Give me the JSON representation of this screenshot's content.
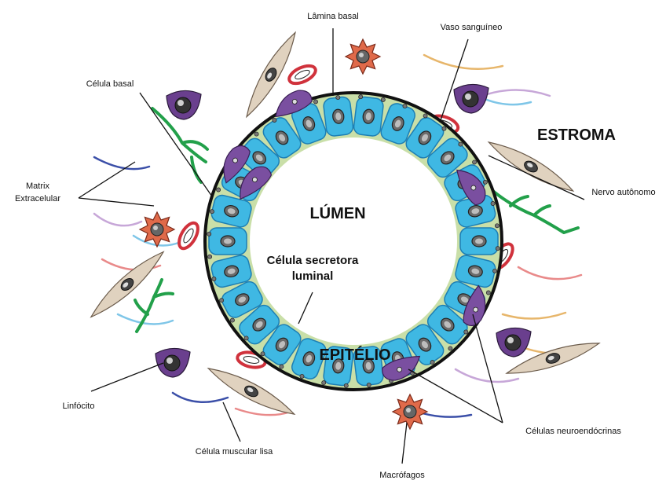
{
  "labels": {
    "lamina_basal": "Lâmina basal",
    "vaso_sanguineo": "Vaso sanguíneo",
    "celula_basal": "Célula basal",
    "estroma": "ESTROMA",
    "matrix_line1": "Matrix",
    "matrix_line2": "Extracelular",
    "nervo_autonomo": "Nervo autônomo",
    "lumen": "LÚMEN",
    "secretora_line1": "Célula secretora",
    "secretora_line2": "luminal",
    "epitelio": "EPITÉLIO",
    "linfocito": "Linfócito",
    "celulas_neuroendocrinas": "Células neuroendócrinas",
    "celula_muscular_lisa": "Célula muscular lisa",
    "macrofagos": "Macrófagos"
  },
  "colors": {
    "luminal_cell": "#3fb8e3",
    "luminal_cell_dark": "#1d7fb4",
    "basal_cell": "#c9dfa8",
    "neuroendocrine": "#7a4fa0",
    "nerve": "#22a04a",
    "membrane": "#111111",
    "smooth_muscle": "#e0d2bf",
    "macrophage": "#e06a4a",
    "vessel": "#d0323c"
  }
}
